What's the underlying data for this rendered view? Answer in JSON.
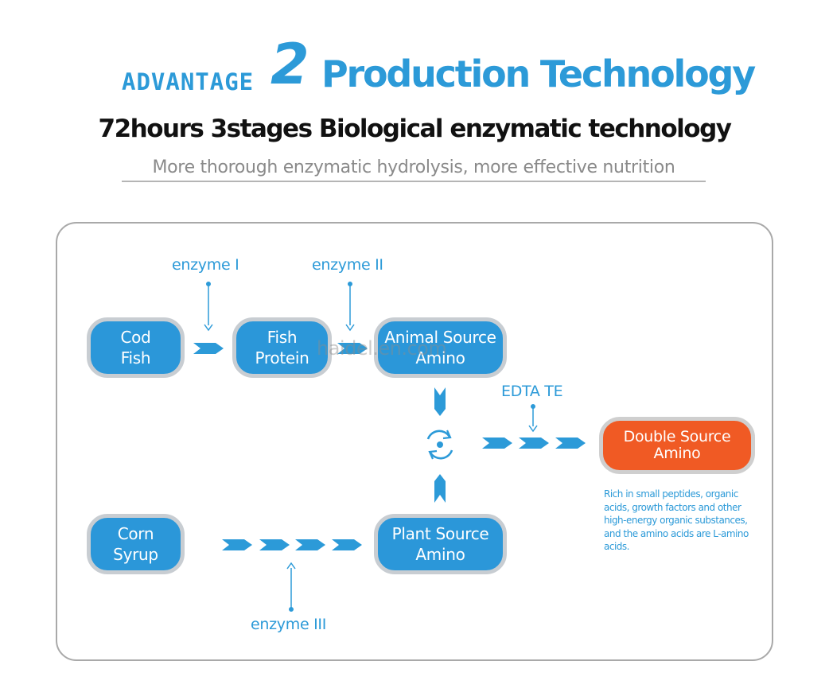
{
  "header": {
    "advantage": "ADVANTAGE",
    "number": "2",
    "title": "Production Technology",
    "subtitle": "72hours 3stages Biological enzymatic technology",
    "tagline": "More thorough enzymatic hydrolysis, more effective nutrition"
  },
  "nodes": {
    "cod_fish": [
      "Cod",
      "Fish"
    ],
    "fish_protein": [
      "Fish",
      "Protein"
    ],
    "animal_source": [
      "Animal Source",
      "Amino"
    ],
    "corn_syrup": [
      "Corn",
      "Syrup"
    ],
    "plant_source": [
      "Plant Source",
      "Amino"
    ],
    "double_source": [
      "Double Source",
      "Amino"
    ]
  },
  "enzymes": {
    "e1": "enzyme I",
    "e2": "enzyme II",
    "e3": "enzyme III",
    "edta": "EDTA TE"
  },
  "description": "Rich in small peptides, organic acids, growth factors and other high-energy organic substances, and the amino acids are L-amino acids.",
  "watermark": "haidel.en.com",
  "colors": {
    "accent_blue": "#2c9ad8",
    "node_blue": "#2b97d9",
    "node_orange": "#f05a24",
    "node_border": "#c8cdd2"
  },
  "icons": {
    "chevron": "chevron-right-icon",
    "cycle": "cycle-icon"
  }
}
